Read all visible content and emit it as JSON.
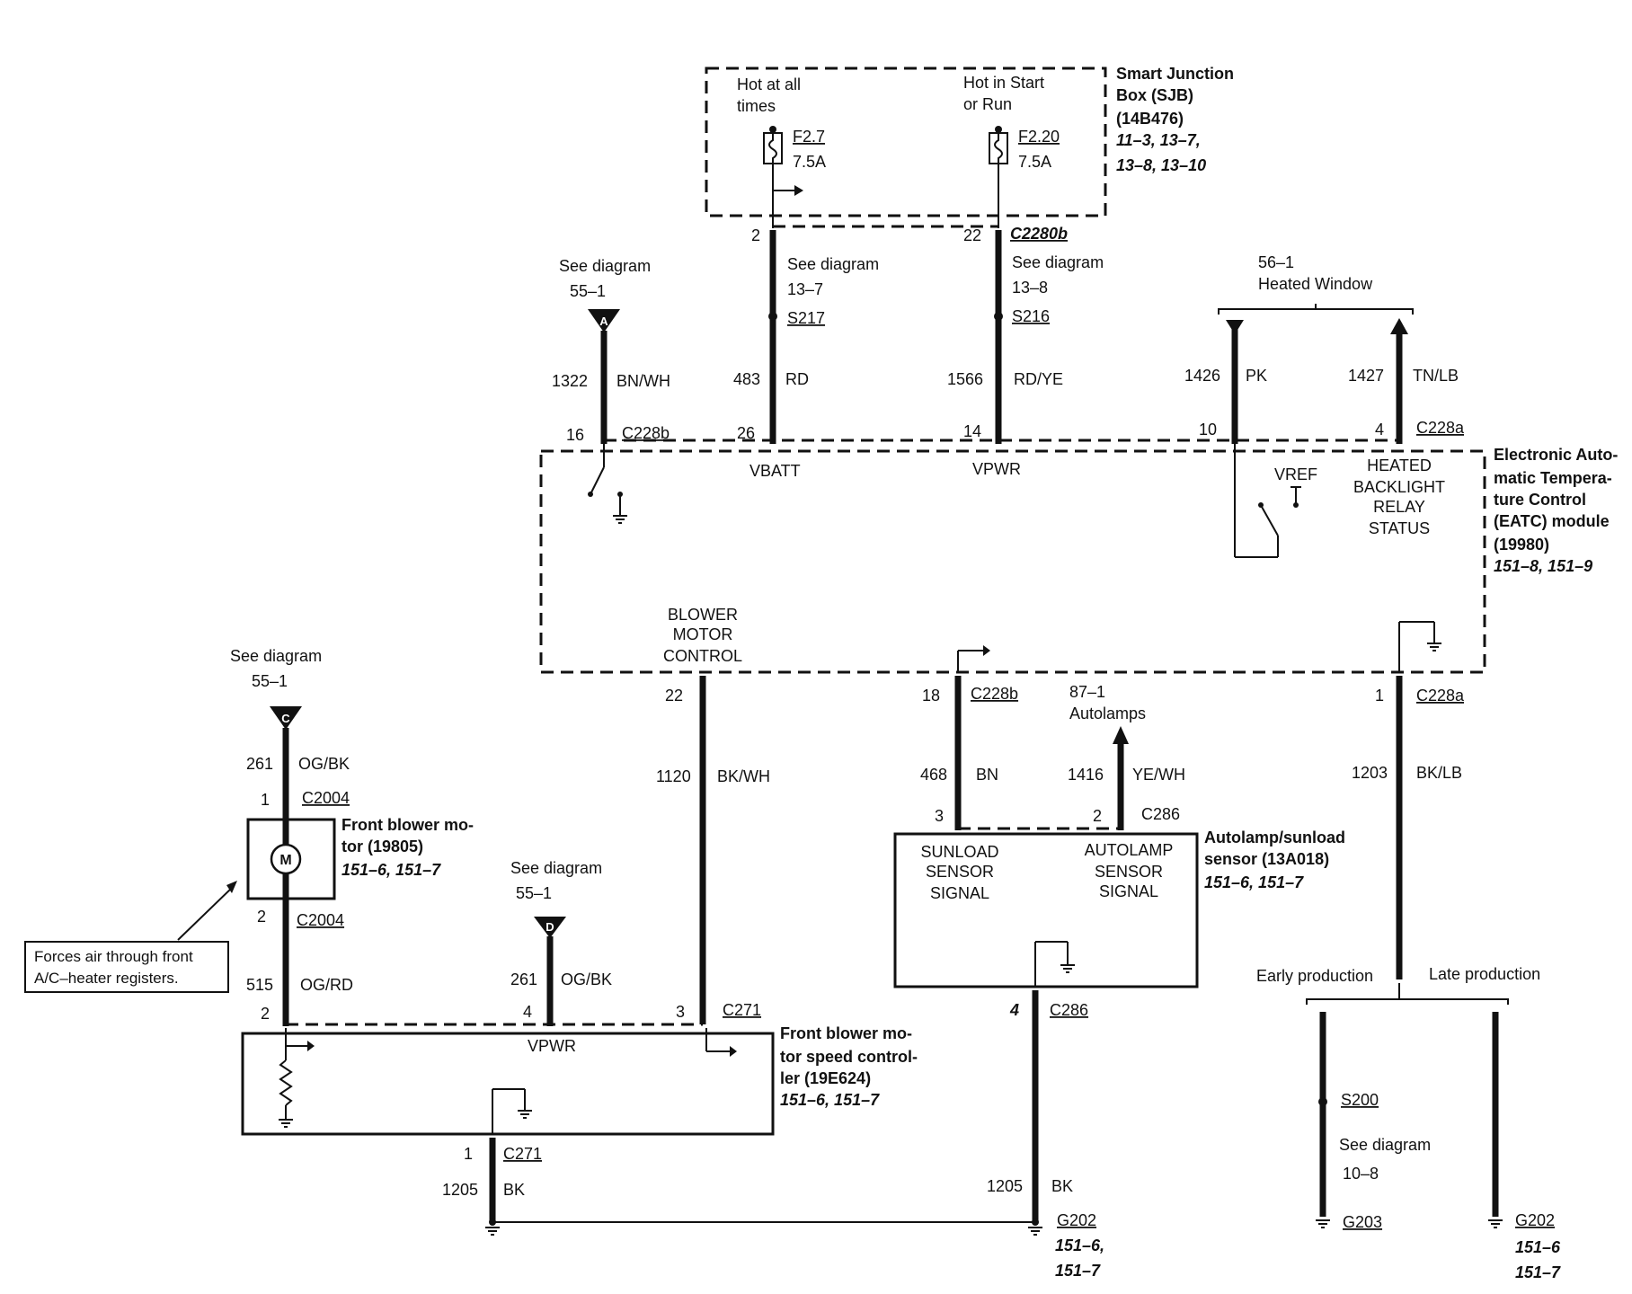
{
  "sjb": {
    "hot_all_1": "Hot at all",
    "hot_all_2": "times",
    "hot_start_1": "Hot in Start",
    "hot_start_2": "or Run",
    "fuse_a": "F2.7",
    "fuse_a_amp": "7.5A",
    "fuse_b": "F2.20",
    "fuse_b_amp": "7.5A",
    "name_1": "Smart Junction",
    "name_2": "Box (SJB)",
    "name_3": "(14B476)",
    "refs_1": "11–3, 13–7,",
    "refs_2": "13–8, 13–10"
  },
  "top_wires": {
    "pin_2": "2",
    "pin_22": "22",
    "conn_c2280b": "C2280b",
    "see_137_1": "See diagram",
    "see_137_2": "13–7",
    "s217": "S217",
    "see_138_1": "See diagram",
    "see_138_2": "13–8",
    "s216": "S216",
    "see_551_1": "See diagram",
    "see_551_2": "55–1",
    "conn_a": "A",
    "c1322": "1322",
    "c1322_color": "BN/WH",
    "c483": "483",
    "c483_color": "RD",
    "c1566": "1566",
    "c1566_color": "RD/YE",
    "heated_1": "56–1",
    "heated_2": "Heated Window",
    "c1426": "1426",
    "c1426_color": "PK",
    "c1427": "1427",
    "c1427_color": "TN/LB",
    "pin_16": "16",
    "conn_c228b": "C228b",
    "pin_26": "26",
    "pin_14": "14",
    "pin_10": "10",
    "pin_4": "4",
    "conn_c228a": "C228a"
  },
  "eatc": {
    "vbatt": "VBATT",
    "vpwr": "VPWR",
    "vref": "VREF",
    "hbrs_1": "HEATED",
    "hbrs_2": "BACKLIGHT",
    "hbrs_3": "RELAY",
    "hbrs_4": "STATUS",
    "bmc_1": "BLOWER",
    "bmc_2": "MOTOR",
    "bmc_3": "CONTROL",
    "name_1": "Electronic Auto-",
    "name_2": "matic Tempera-",
    "name_3": "ture Control",
    "name_4": "(EATC) module",
    "name_5": "(19980)",
    "refs": "151–8, 151–9"
  },
  "mid_wires": {
    "pin_22": "22",
    "pin_18": "18",
    "conn_c228b": "C228b",
    "pin_1": "1",
    "conn_c228a": "C228a",
    "c1120": "1120",
    "c1120_color": "BK/WH",
    "c468": "468",
    "c468_color": "BN",
    "auto_1": "87–1",
    "auto_2": "Autolamps",
    "c1416": "1416",
    "c1416_color": "YE/WH",
    "c1203": "1203",
    "c1203_color": "BK/LB",
    "pin_3": "3",
    "pin_2": "2",
    "conn_c286": "C286"
  },
  "autolamp": {
    "sunload_1": "SUNLOAD",
    "sunload_2": "SENSOR",
    "sunload_3": "SIGNAL",
    "autolamp_1": "AUTOLAMP",
    "autolamp_2": "SENSOR",
    "autolamp_3": "SIGNAL",
    "name_1": "Autolamp/sunload",
    "name_2": "sensor (13A018)",
    "refs": "151–6, 151–7",
    "pin_4": "4",
    "conn_c286": "C286",
    "c1205": "1205",
    "c1205_color": "BK"
  },
  "motor": {
    "see_1": "See diagram",
    "see_2": "55–1",
    "conn_c": "C",
    "c261": "261",
    "c261_color": "OG/BK",
    "pin_1": "1",
    "conn_c2004_a": "C2004",
    "m": "M",
    "name_1": "Front blower mo-",
    "name_2": "tor (19805)",
    "refs": "151–6, 151–7",
    "pin_2": "2",
    "conn_c2004_b": "C2004",
    "note_1": "Forces air through front",
    "note_2": "A/C–heater registers.",
    "c515": "515",
    "c515_color": "OG/RD"
  },
  "speed": {
    "see_1": "See diagram",
    "see_2": "55–1",
    "conn_d": "D",
    "c261": "261",
    "c261_color": "OG/BK",
    "pin_2": "2",
    "pin_4": "4",
    "pin_3": "3",
    "conn_c271": "C271",
    "vpwr": "VPWR",
    "name_1": "Front blower mo-",
    "name_2": "tor speed control-",
    "name_3": "ler (19E624)",
    "refs": "151–6, 151–7",
    "pin_1": "1",
    "conn_c271_b": "C271",
    "c1205": "1205",
    "c1205_color": "BK"
  },
  "ground": {
    "g202": "G202",
    "g202_refs_1": "151–6,",
    "g202_refs_2": "151–7",
    "early": "Early production",
    "late": "Late production",
    "s200": "S200",
    "see_1": "See diagram",
    "see_2": "10–8",
    "g203": "G203",
    "g202b": "G202",
    "g202b_refs_1": "151–6",
    "g202b_refs_2": "151–7"
  }
}
